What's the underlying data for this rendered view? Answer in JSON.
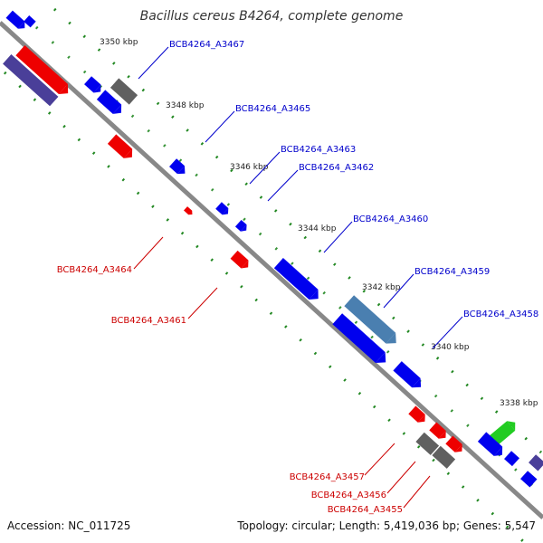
{
  "title": "Bacillus cereus B4264, complete genome",
  "accession": "Accession: NC_011725",
  "topology": "Topology: circular; Length: 5,419,036 bp; Genes: 5,547",
  "ticks": [
    "3350 kbp",
    "3348 kbp",
    "3346 kbp",
    "3344 kbp",
    "3342 kbp",
    "3340 kbp",
    "3338 kbp"
  ],
  "genes": [
    {
      "name": "BCB4264_A3467",
      "strand": "forward"
    },
    {
      "name": "BCB4264_A3465",
      "strand": "forward"
    },
    {
      "name": "BCB4264_A3463",
      "strand": "forward"
    },
    {
      "name": "BCB4264_A3462",
      "strand": "forward"
    },
    {
      "name": "BCB4264_A3460",
      "strand": "forward"
    },
    {
      "name": "BCB4264_A3459",
      "strand": "forward"
    },
    {
      "name": "BCB4264_A3458",
      "strand": "forward"
    },
    {
      "name": "BCB4264_A3464",
      "strand": "reverse"
    },
    {
      "name": "BCB4264_A3461",
      "strand": "reverse"
    },
    {
      "name": "BCB4264_A3457",
      "strand": "reverse"
    },
    {
      "name": "BCB4264_A3456",
      "strand": "reverse"
    },
    {
      "name": "BCB4264_A3455",
      "strand": "reverse"
    }
  ],
  "colors": {
    "forward_label": "#0000cc",
    "reverse_label": "#cc0000",
    "forward_gene": "#0000ee",
    "reverse_gene": "#ee0000",
    "backbone": "#808080",
    "tick_dash": "#228822",
    "highlight_gene": "#4a7fb0",
    "green_gene": "#22cc22",
    "gray_gene": "#606060",
    "purple_gene": "#4a3f99"
  }
}
